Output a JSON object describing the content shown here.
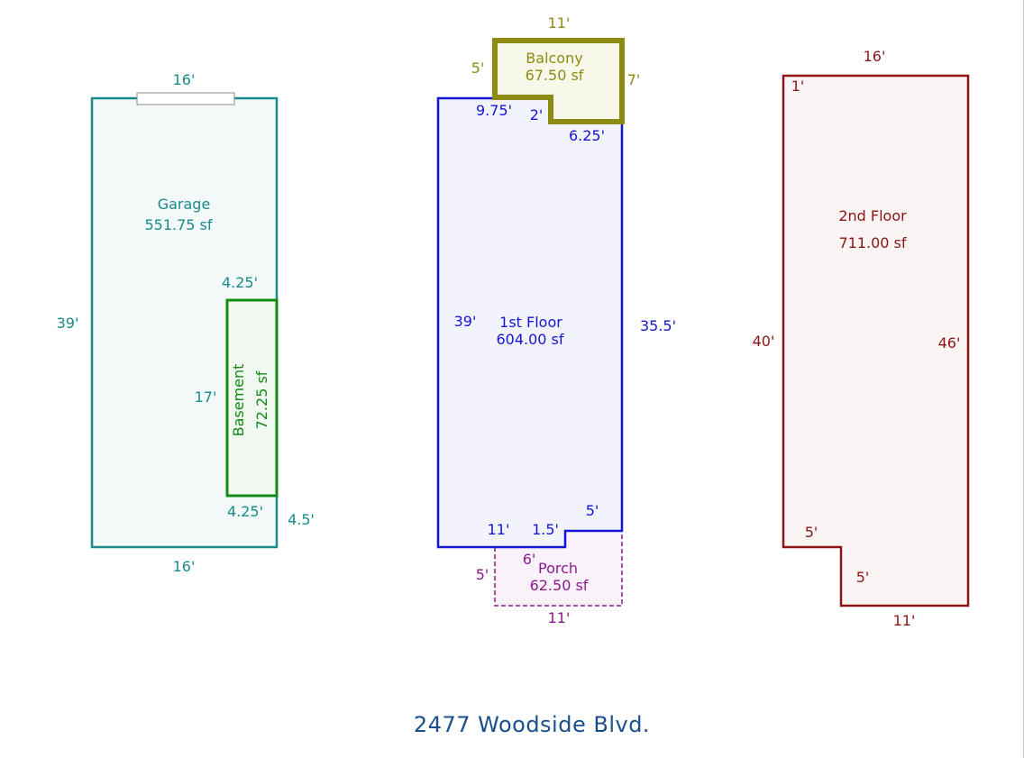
{
  "colors": {
    "garage": "#1a8a8a",
    "basement": "#138a13",
    "first_floor": "#1414d6",
    "balcony": "#8c8c14",
    "porch": "#8c1a8c",
    "second_floor": "#8c1414",
    "address": "#1a4f8c"
  },
  "garage": {
    "name": "Garage",
    "area": "551.75 sf",
    "dims": {
      "top": "16'",
      "bottom": "16'",
      "left": "39'",
      "right_bottom": "4.5'"
    }
  },
  "basement": {
    "name": "Basement",
    "area": "72.25 sf",
    "dims": {
      "top": "4.25'",
      "bottom": "4.25'",
      "left": "17'"
    }
  },
  "first_floor": {
    "name": "1st Floor",
    "area": "604.00 sf",
    "dims": {
      "top": "9.75'",
      "step": "2'",
      "top_right": "6.25'",
      "left": "39'",
      "right": "35.5'",
      "bottom": "11'",
      "notch_width": "1.5'",
      "notch_height": "5'"
    }
  },
  "balcony": {
    "name": "Balcony",
    "area": "67.50 sf",
    "dims": {
      "top": "11'",
      "left": "5'",
      "right": "7'"
    }
  },
  "porch": {
    "name": "Porch",
    "area": "62.50 sf",
    "dims": {
      "top": "6'",
      "left": "5'",
      "bottom": "11'"
    }
  },
  "second_floor": {
    "name": "2nd Floor",
    "area": "711.00 sf",
    "dims": {
      "top": "16'",
      "corner": "1'",
      "left": "40'",
      "right": "46'",
      "step_width": "5'",
      "step_height": "5'",
      "bottom": "11'"
    }
  },
  "address": "2477 Woodside Blvd."
}
